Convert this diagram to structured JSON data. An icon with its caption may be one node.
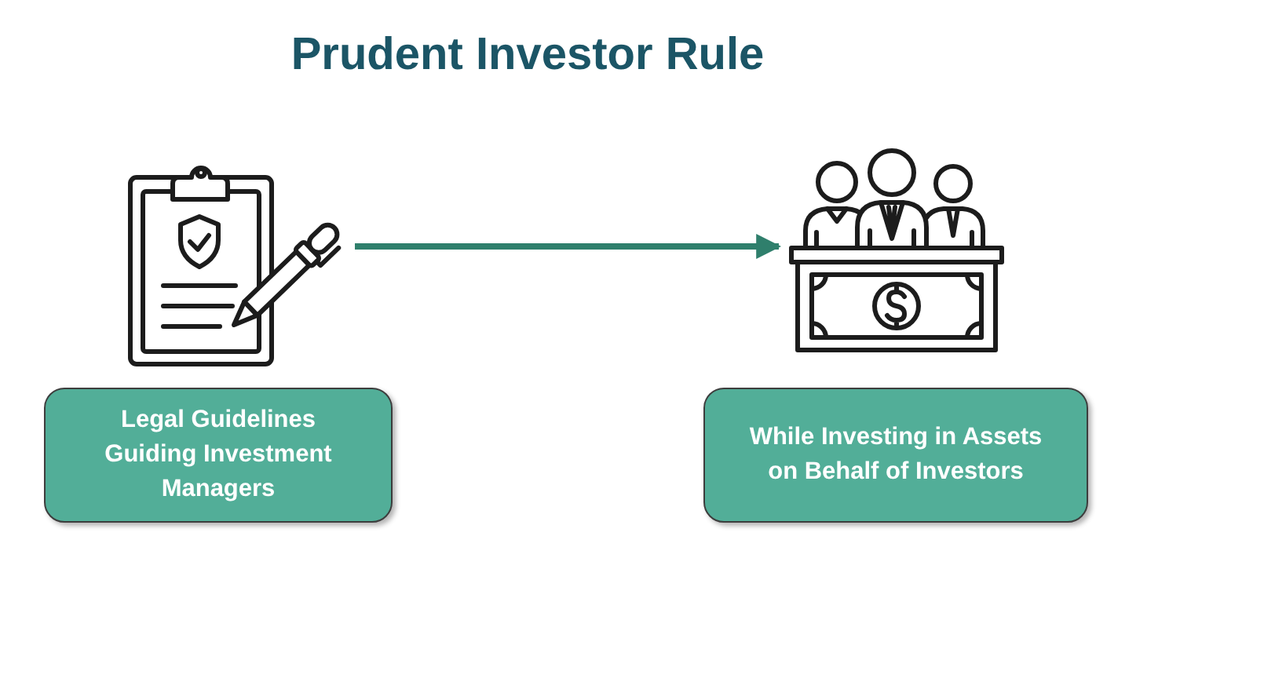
{
  "diagram": {
    "title": "Prudent Investor Rule",
    "nodes": [
      {
        "text": [],
        "shape": "picture"
      },
      {
        "text": [],
        "shape": "picture"
      },
      {
        "text": [
          "Legal Guidelines Guiding Investment Managers"
        ]
      },
      {
        "text": [
          "While Investing in Assets on Behalf of Investors"
        ]
      }
    ],
    "edges": [
      {
        "from": 0,
        "to": 1,
        "arrow": "to"
      }
    ]
  }
}
